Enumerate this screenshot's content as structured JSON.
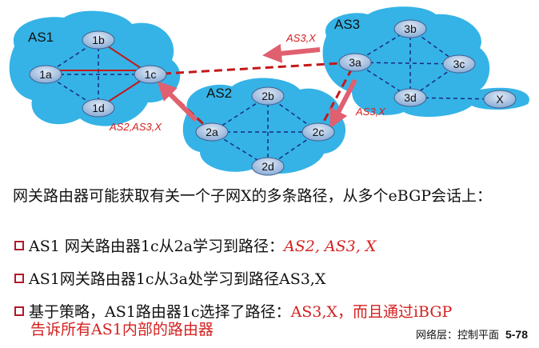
{
  "diagram": {
    "as_labels": {
      "as1": "AS1",
      "as2": "AS2",
      "as3": "AS3"
    },
    "routers": {
      "r1a": "1a",
      "r1b": "1b",
      "r1c": "1c",
      "r1d": "1d",
      "r2a": "2a",
      "r2b": "2b",
      "r2c": "2c",
      "r2d": "2d",
      "r3a": "3a",
      "r3b": "3b",
      "r3c": "3c",
      "r3d": "3d",
      "x": "X"
    },
    "path_labels": {
      "as3x_top": "AS3,X",
      "as3x_right": "AS3,X",
      "as2as3x": "AS2,AS3,X"
    },
    "colors": {
      "cloud": "#35b3e6",
      "router": "#a8c4e4",
      "inter_as_link": "#c41818",
      "intra_as_link": "#1a2a80",
      "arrow": "#e06070"
    }
  },
  "text": {
    "intro": "网关路由器可能获取有关一个子网X的多条路径，从多个eBGP会话上：",
    "bullet1_prefix": "AS1 网关路由器1c从2a学习到路径：",
    "bullet1_path": "AS2, AS3, X",
    "bullet2": "AS1网关路由器1c从3a处学习到路径AS3,X",
    "bullet3_prefix": "基于策略，AS1路由器1c选择了路径：",
    "bullet3_red": "AS3,X，而且通过iBGP",
    "bullet3_cont": "告诉所有AS1内部的路由器"
  },
  "footer": {
    "section": "网络层：控制平面",
    "page": "5-78"
  }
}
